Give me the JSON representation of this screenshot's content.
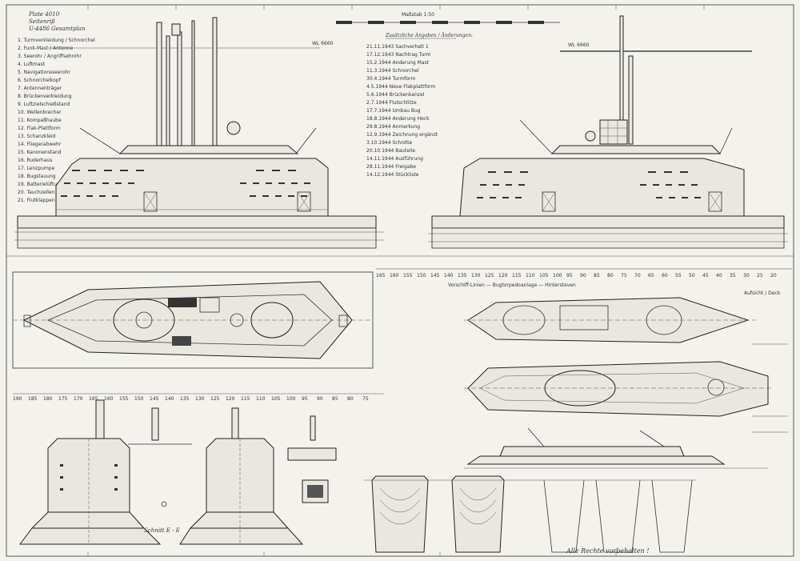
{
  "title_block": {
    "line1": "Plate 4010",
    "line2": "Seitenriß",
    "line3": "U-4486 Gesamtplan"
  },
  "scale_label": "Maßstab 1:50",
  "notes_heading": "Zusätzliche Angaben / Änderungen:",
  "legend_items": [
    "1. Turmverkleidung / Schnorchel",
    "2. Funk-Mast / Antenne",
    "3. Seerohr / Angriffsehrohr",
    "4. Luftmast",
    "5. Navigationsseerohr",
    "6. Schnorchelkopf",
    "7. Antennenträger",
    "8. Brückenverkleidung",
    "9. Luftzielschießstand",
    "10. Wellenbrecher",
    "11. Kompaßhaube",
    "12. Flak-Plattform",
    "13. Schanzkleid",
    "14. Fliegerabwehr",
    "15. Kanonenstand",
    "16. Ruderhaus",
    "17. Lenzpumpe",
    "18. Bugstauung",
    "19. Batterielüftung",
    "20. Tauchzellen",
    "21. Flutklappen Reihe 1"
  ],
  "change_notes": [
    "21.11.1943 Sachverhalt 1",
    "17.12.1943 Nachtrag Turm",
    "15.2.1944 Anderung Mast",
    "11.3.1944 Schnorchel",
    "30.4.1944 Turmform",
    "4.5.1944 Neue Flakplattform",
    "5.6.1944 Brückenkanzel",
    "2.7.1944 Flutschlitze",
    "17.7.1944 Umbau Bug",
    "18.8.1944 Anderung Heck",
    "29.8.1944 Anmerkung",
    "12.9.1944 Zeichnung ergänzt",
    "3.10.1944 Schnitte",
    "20.10.1944 Bauteile",
    "14.11.1944 Ausführung",
    "28.11.1944 Freigabe",
    "14.12.1944 Stückliste"
  ],
  "frame_numbers_mid": [
    "165",
    "160",
    "155",
    "150",
    "145",
    "140",
    "135",
    "130",
    "125",
    "120",
    "115",
    "110",
    "105",
    "100",
    "95",
    "90",
    "85",
    "80",
    "75",
    "70",
    "65",
    "60",
    "55",
    "50",
    "45",
    "40",
    "35",
    "30",
    "25",
    "20"
  ],
  "frame_numbers_low": [
    "190",
    "185",
    "180",
    "175",
    "170",
    "165",
    "160",
    "155",
    "150",
    "145",
    "140",
    "135",
    "130",
    "125",
    "120",
    "115",
    "110",
    "105",
    "100",
    "95",
    "90",
    "85",
    "80",
    "75"
  ],
  "section_label": "Schnitt  E - E",
  "copyright": "Alle Rechte vorbehalten !",
  "small_labels": {
    "wl1": "WL 6660",
    "wl2": "WL 6660",
    "mid_note": "Vorschiff-Linien — Bugtorpedoanlage — Hintersteven",
    "right_note": "Aufsicht / Deck"
  }
}
